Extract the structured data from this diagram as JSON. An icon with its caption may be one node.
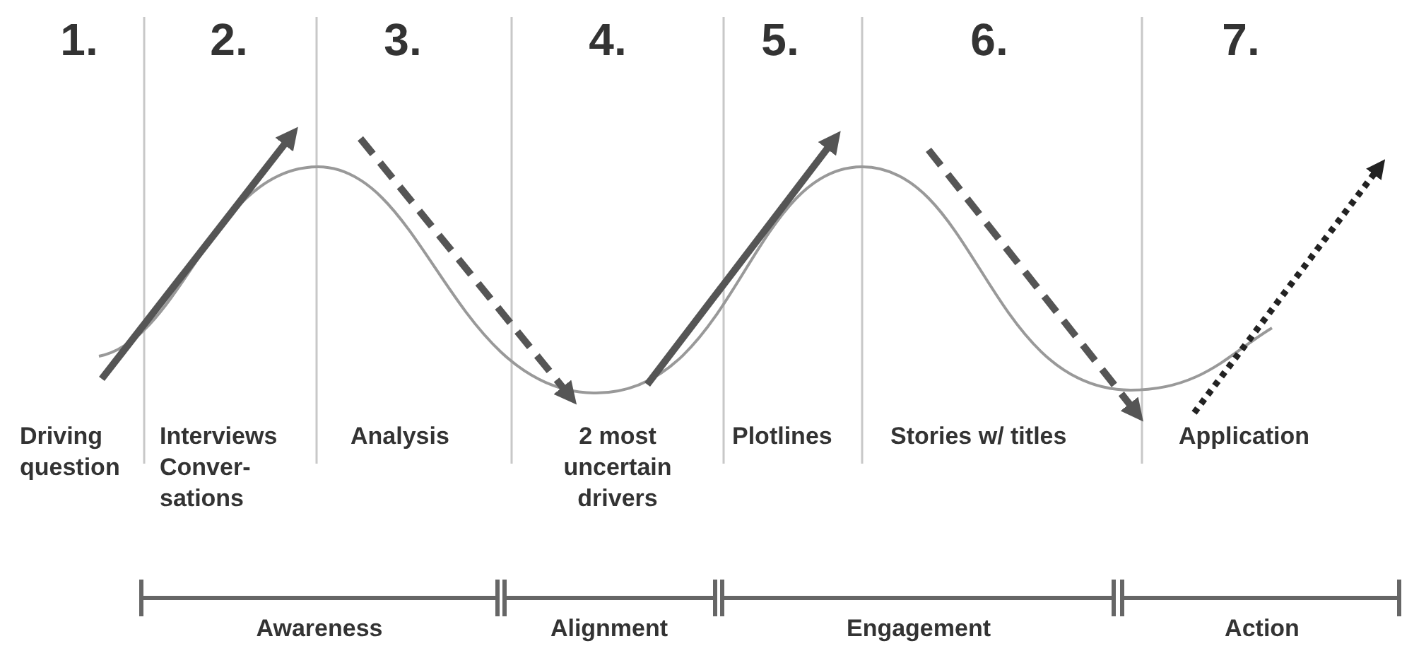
{
  "diagram": {
    "labels": [
      "1.",
      "2.",
      "3.",
      "4.",
      "5.",
      "6.",
      "7.",
      "Driving question",
      "Interviews Conver-sations",
      "Analysis",
      "2 most uncertain drivers",
      "Plotlines",
      "Stories w/ titles",
      "Application",
      "Awareness",
      "Alignment",
      "Engagement",
      "Action"
    ]
  }
}
